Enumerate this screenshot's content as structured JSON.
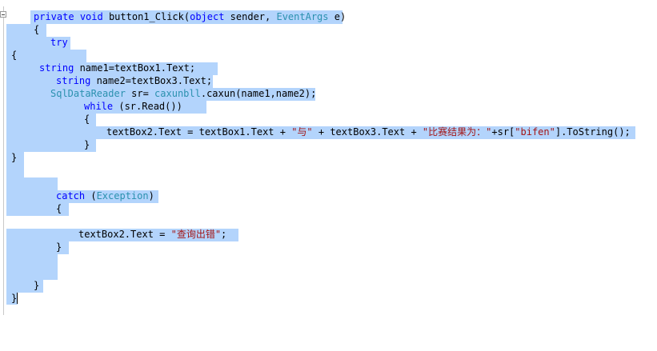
{
  "editor": {
    "lines": [
      [
        {
          "t": "private",
          "c": "kw"
        },
        {
          "t": " "
        },
        {
          "t": "void",
          "c": "kw"
        },
        {
          "t": " button1_Click("
        },
        {
          "t": "object",
          "c": "kw"
        },
        {
          "t": " sender, "
        },
        {
          "t": "EventArgs",
          "c": "ty"
        },
        {
          "t": " e)"
        }
      ],
      [
        {
          "t": "{"
        }
      ],
      [
        {
          "t": "try",
          "c": "kw"
        }
      ],
      [
        {
          "t": "{"
        }
      ],
      [
        {
          "t": "string",
          "c": "kw"
        },
        {
          "t": " name1=textBox1.Text;"
        }
      ],
      [
        {
          "t": "string",
          "c": "kw"
        },
        {
          "t": " name2=textBox3.Text;"
        }
      ],
      [
        {
          "t": "SqlDataReader",
          "c": "ty"
        },
        {
          "t": " sr= "
        },
        {
          "t": "caxunbll",
          "c": "ty"
        },
        {
          "t": ".caxun(name1,name2);"
        }
      ],
      [
        {
          "t": "while",
          "c": "kw"
        },
        {
          "t": " (sr.Read())"
        }
      ],
      [
        {
          "t": "{"
        }
      ],
      [
        {
          "t": "textBox2.Text = textBox1.Text + "
        },
        {
          "t": "\"与\"",
          "c": "st"
        },
        {
          "t": " + textBox3.Text + "
        },
        {
          "t": "\"比赛结果为：\"",
          "c": "st"
        },
        {
          "t": "+sr["
        },
        {
          "t": "\"bifen\"",
          "c": "st"
        },
        {
          "t": "].ToString();"
        }
      ],
      [
        {
          "t": "}"
        }
      ],
      [
        {
          "t": "}"
        }
      ],
      [
        {
          "t": "catch",
          "c": "kw"
        },
        {
          "t": " ("
        },
        {
          "t": "Exception",
          "c": "ty"
        },
        {
          "t": ")"
        }
      ],
      [
        {
          "t": "{"
        }
      ],
      [
        {
          "t": "textBox2.Text = "
        },
        {
          "t": "\"查询出错\"",
          "c": "st"
        },
        {
          "t": ";"
        }
      ],
      [
        {
          "t": "}"
        }
      ],
      [
        {
          "t": "}"
        }
      ],
      [
        {
          "t": "}"
        }
      ]
    ]
  }
}
